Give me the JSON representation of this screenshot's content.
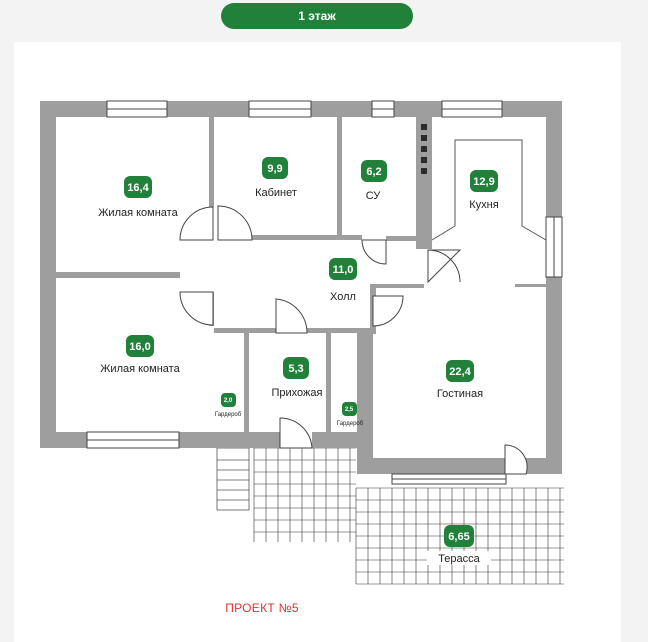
{
  "floor_tab": {
    "label": "1 этаж",
    "color": "#21803a"
  },
  "project_title": "ПРОЕКТ №5",
  "colors": {
    "wall": "#9e9e9e",
    "badge": "#21803a",
    "grid": "#333333",
    "title": "#e03030"
  },
  "rooms": [
    {
      "id": "living-1",
      "area": "16,4",
      "name": "Жилая комната"
    },
    {
      "id": "office",
      "area": "9,9",
      "name": "Кабинет"
    },
    {
      "id": "bathroom",
      "area": "6,2",
      "name": "СУ"
    },
    {
      "id": "kitchen",
      "area": "12,9",
      "name": "Кухня"
    },
    {
      "id": "hall",
      "area": "11,0",
      "name": "Холл"
    },
    {
      "id": "living-2",
      "area": "16,0",
      "name": "Жилая комната"
    },
    {
      "id": "entrance",
      "area": "5,3",
      "name": "Прихожая"
    },
    {
      "id": "wardrobe-1",
      "area": "2,0",
      "name": "Гардероб"
    },
    {
      "id": "wardrobe-2",
      "area": "2,5",
      "name": "Гардероб"
    },
    {
      "id": "living-room",
      "area": "22,4",
      "name": "Гостиная"
    },
    {
      "id": "terrace",
      "area": "6,65",
      "name": "Терасса"
    }
  ]
}
